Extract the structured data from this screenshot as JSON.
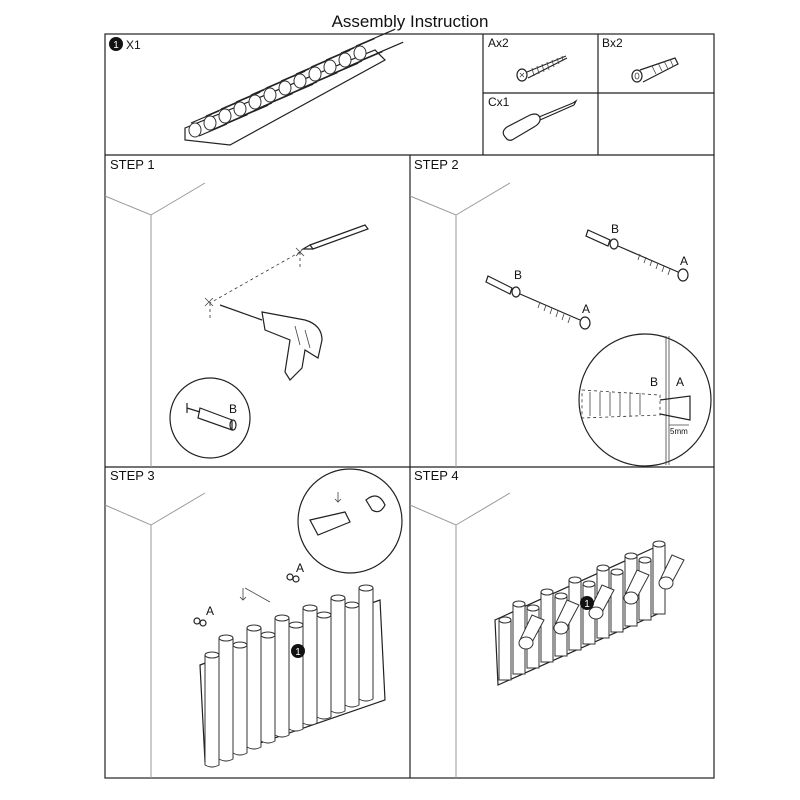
{
  "title": "Assembly Instruction",
  "parts": {
    "main": {
      "badge": "1",
      "qty": "X1"
    },
    "a": {
      "label": "Ax2"
    },
    "b": {
      "label": "Bx2"
    },
    "c": {
      "label": "Cx1"
    }
  },
  "steps": [
    {
      "label": "STEP 1",
      "callouts": [
        "B"
      ]
    },
    {
      "label": "STEP 2",
      "callouts": [
        "B",
        "A",
        "B",
        "A",
        "B",
        "A"
      ],
      "measure": "5mm"
    },
    {
      "label": "STEP 3",
      "callouts": [
        "A",
        "A"
      ],
      "badge": "1"
    },
    {
      "label": "STEP 4",
      "badge": "1"
    }
  ]
}
